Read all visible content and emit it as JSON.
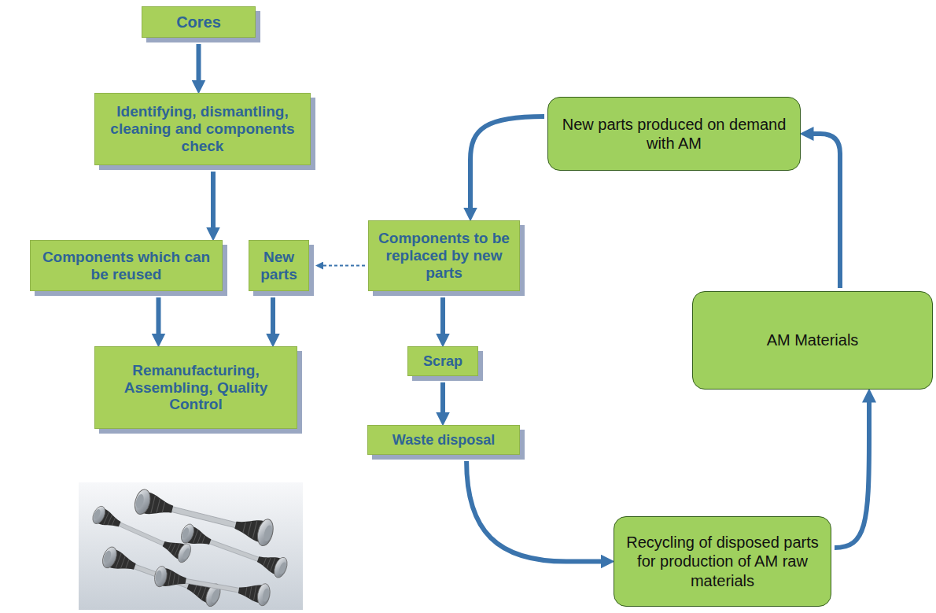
{
  "diagram": {
    "nodes": [
      {
        "text": [
          "Cores"
        ]
      },
      {
        "text": [
          "Identifying, dismantling, cleaning and components check"
        ]
      },
      {
        "text": [
          "Components which can be reused"
        ]
      },
      {
        "text": [
          "New parts"
        ]
      },
      {
        "text": [
          "Components to be replaced by new parts"
        ]
      },
      {
        "text": [
          "Remanufacturing, Assembling, Quality Control"
        ]
      },
      {
        "text": [
          "Scrap"
        ]
      },
      {
        "text": [
          "Waste disposal"
        ]
      },
      {
        "text": [
          "New parts produced on demand with AM"
        ]
      },
      {
        "text": [
          "AM Materials"
        ]
      },
      {
        "text": [
          "Recycling of disposed parts for production of AM raw materials"
        ]
      }
    ],
    "edges": [
      {
        "from": 0,
        "to": 1,
        "arrow": "to"
      },
      {
        "from": 1,
        "to": 2,
        "arrow": "to"
      },
      {
        "from": 2,
        "to": 5,
        "arrow": "to"
      },
      {
        "from": 3,
        "to": 5,
        "arrow": "to"
      },
      {
        "from": 4,
        "to": 3,
        "arrow": "to"
      },
      {
        "from": 4,
        "to": 6,
        "arrow": "to"
      },
      {
        "from": 6,
        "to": 7,
        "arrow": "to"
      },
      {
        "from": 7,
        "to": 10,
        "arrow": "to"
      },
      {
        "from": 10,
        "to": 9,
        "arrow": "to"
      },
      {
        "from": 9,
        "to": 8,
        "arrow": "to"
      },
      {
        "from": 8,
        "to": 4,
        "arrow": "to"
      }
    ]
  }
}
